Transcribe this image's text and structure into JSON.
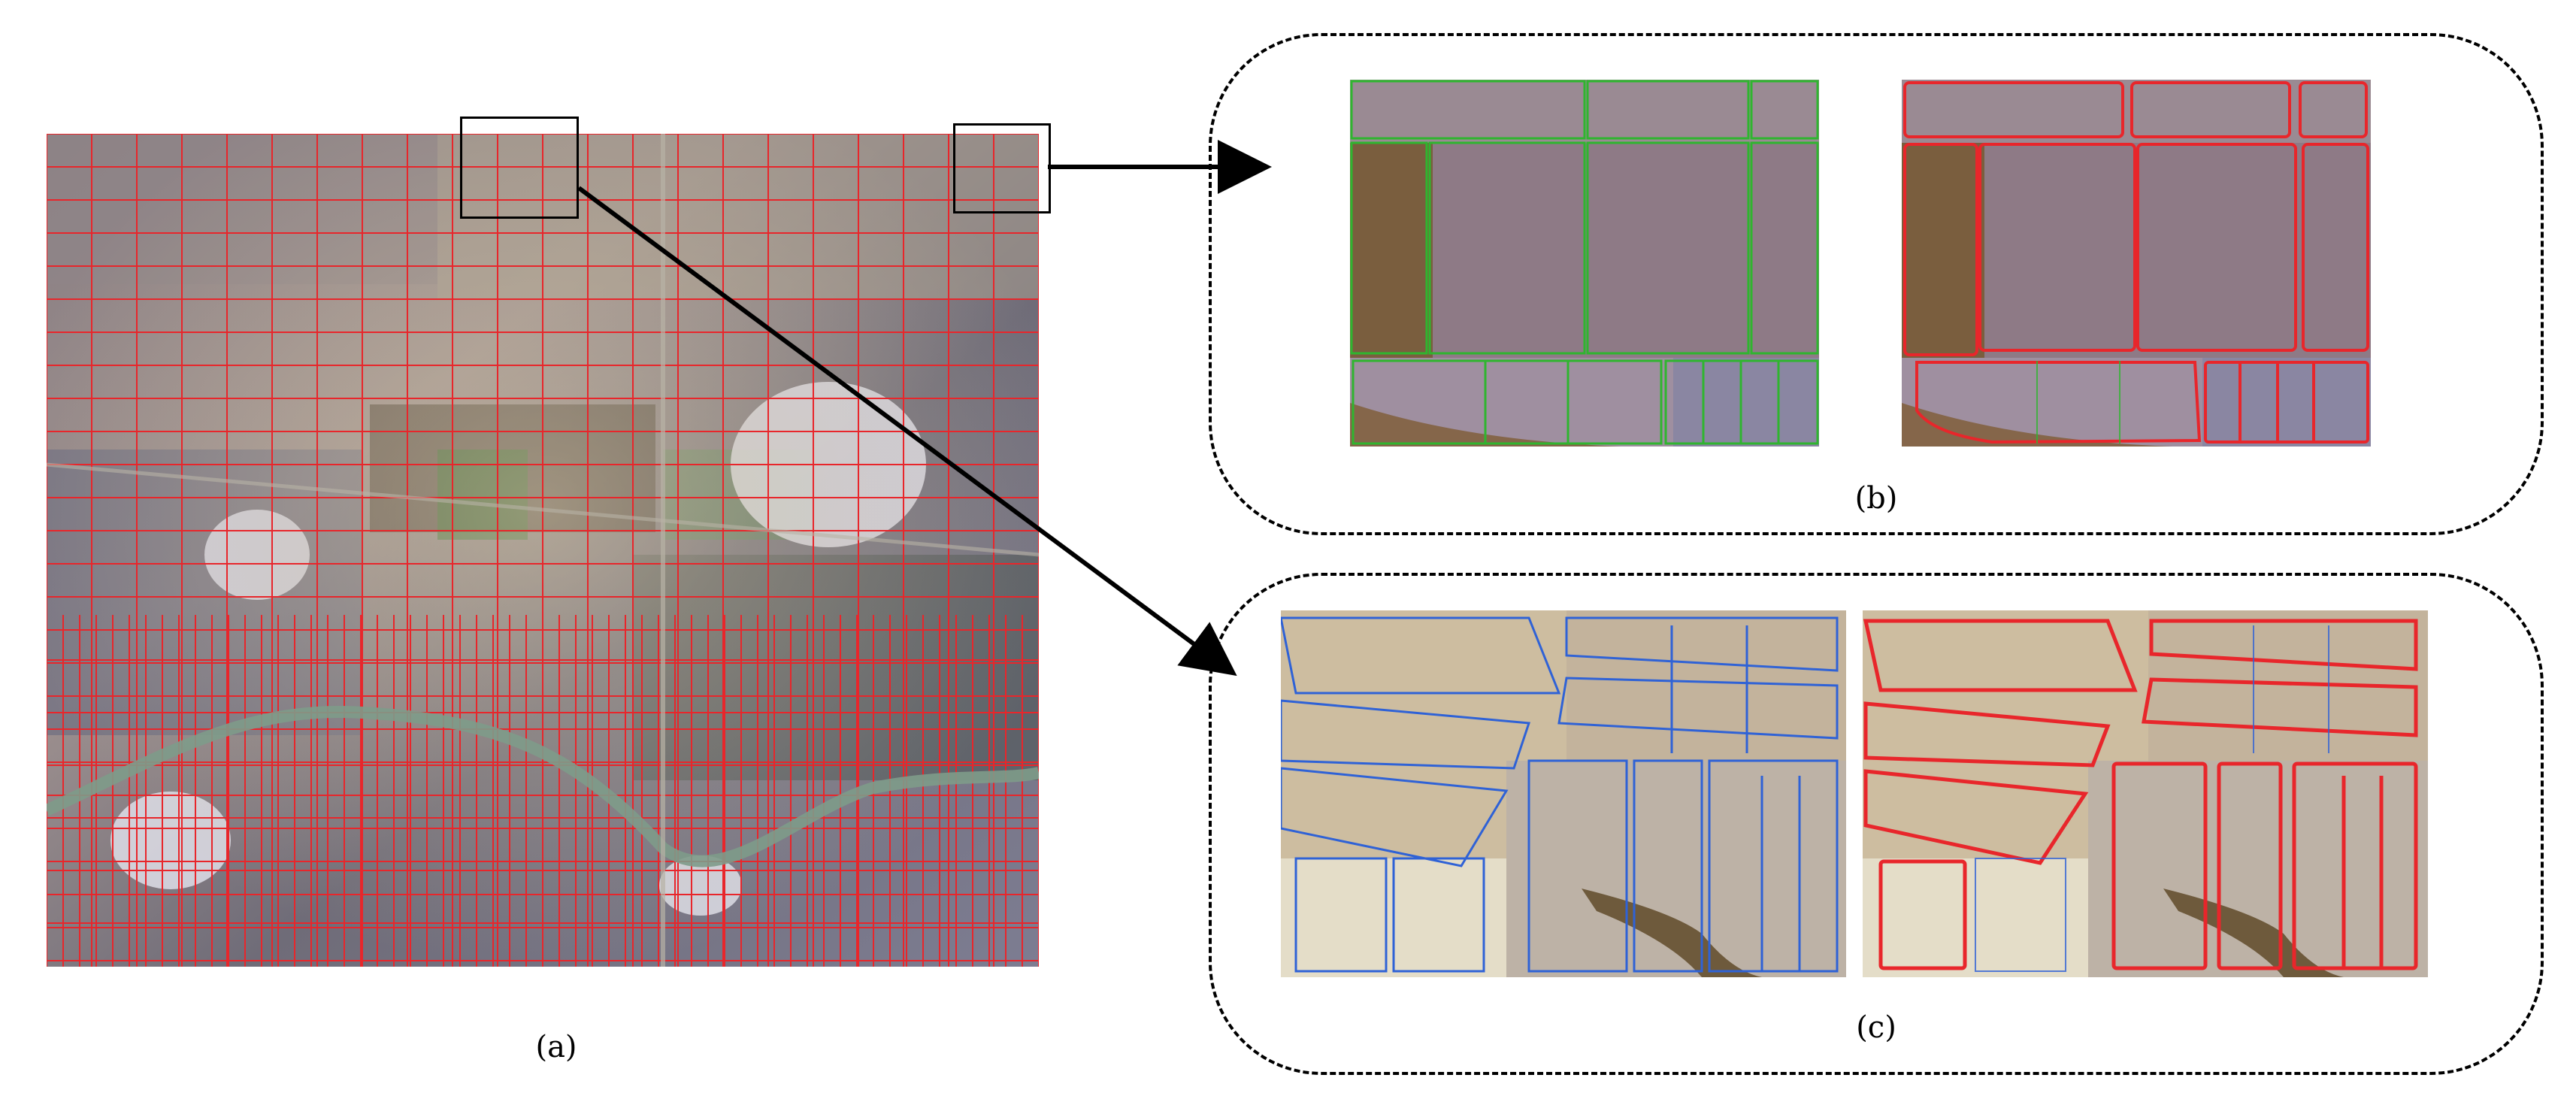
{
  "figure": {
    "captions": {
      "a": "(a)",
      "b": "(b)",
      "c": "(c)"
    }
  },
  "colors": {
    "prediction_boundary": "#e8262b",
    "ground_truth_green": "#2fb52f",
    "ground_truth_blue": "#2f62d6",
    "frame": "#000000",
    "background": "#ffffff"
  },
  "panels": {
    "a": {
      "content": "satellite-image-with-field-boundaries"
    },
    "b": {
      "left": "zoom-ground-truth-green",
      "right": "zoom-prediction-red"
    },
    "c": {
      "left": "zoom-ground-truth-blue",
      "right": "zoom-prediction-red"
    }
  }
}
